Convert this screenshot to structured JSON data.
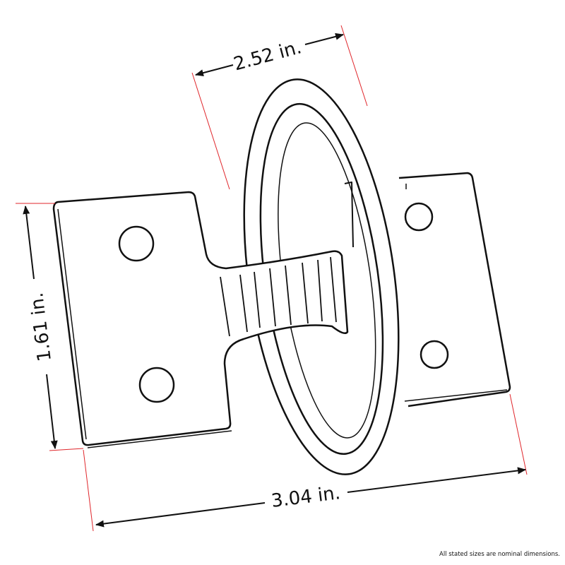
{
  "dimensions": {
    "ring_width": "2.52 in.",
    "height": "1.61 in.",
    "length": "3.04 in."
  },
  "footnote": "All stated sizes are nominal dimensions.",
  "colors": {
    "extension_line": "#e0262b",
    "line": "#111111"
  }
}
